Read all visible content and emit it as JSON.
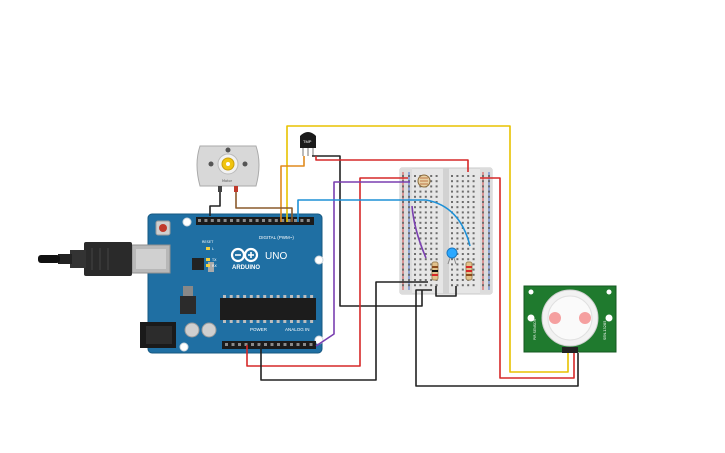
{
  "circuit": {
    "arduino": {
      "brand": "ARDUINO",
      "model": "UNO",
      "digital_header_label": "DIGITAL (PWM~)",
      "power_label": "POWER",
      "analog_label": "ANALOG IN",
      "ic_label": "",
      "tx_label": "TX",
      "rx_label": "RX",
      "l_label": "L",
      "reset_label": "RESET"
    },
    "motor": {
      "label": "Motor"
    },
    "transistor": {
      "label": "TMP"
    },
    "pir_sensor": {
      "left_label": "PIR SENSOR",
      "right_label": "SEN-13285"
    },
    "colors": {
      "board": "#1f6fa3",
      "board_dark": "#175982",
      "breadboard": "#e6e6e6",
      "pir_board": "#1f7a2e",
      "wire_red": "#d62828",
      "wire_black": "#222222",
      "wire_yellow": "#e8c200",
      "wire_orange": "#e08a1e",
      "wire_blue": "#1e90d6",
      "wire_purple": "#7a3fb0",
      "wire_brown": "#8a5a2b",
      "led": "#2aa8ff",
      "motor_body": "#d8d8d8"
    }
  }
}
